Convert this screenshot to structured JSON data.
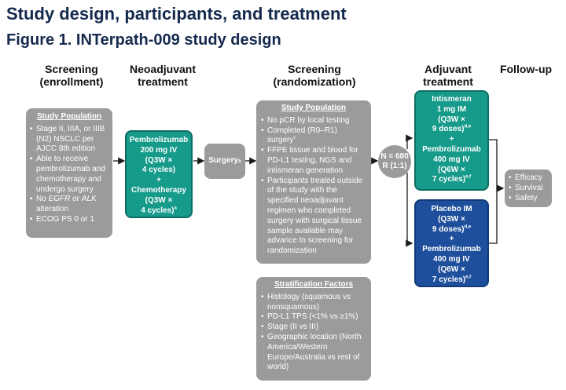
{
  "titles": {
    "main": "Study design, participants, and treatment",
    "figure": "Figure 1. INTerpath-009 study design"
  },
  "headers": {
    "screening_enroll": [
      "Screening",
      "(enrollment)"
    ],
    "neoadjuvant": [
      "Neoadjuvant",
      "treatment"
    ],
    "screening_random": [
      "Screening",
      "(randomization)"
    ],
    "adjuvant": [
      "Adjuvant",
      "treatment"
    ],
    "followup": [
      "Follow-up"
    ]
  },
  "enroll_population": {
    "title": "Study Population",
    "items": [
      "Stage II, IIIA, or IIIB (N2) NSCLC per AJCC 8th edition",
      "Able to receive pembrolizumab and chemotherapy and undergo surgery",
      "No EGFR or ALK alteration",
      "ECOG PS 0 or 1"
    ],
    "item3_parts": [
      "No ",
      "EGFR",
      " or ",
      "ALK",
      " alteration"
    ]
  },
  "neoadjuvant_box": {
    "line1": "Pembrolizumab",
    "line2": "200 mg IV",
    "line3": "(Q3W ×",
    "line4": "4 cycles)",
    "plus": "+",
    "line5": "Chemotherapy",
    "line6": "(Q3W ×",
    "line7": "4 cycles)",
    "sup": "a"
  },
  "surgery_box": {
    "label": "Surgery",
    "sup": "b"
  },
  "random_population": {
    "title": "Study Population",
    "item1": "No pCR by local testing",
    "item2_a": "Completed (R0–R1)",
    "item2_b": "surgery",
    "item2_sup": "c",
    "item3": "FFPE tissue and blood for PD-L1 testing, NGS and intismeran generation",
    "item4": "Participants treated outside of the study with the specified neoadjuvant regimen who completed surgery with surgical tissue sample available may advance to screening for randomization"
  },
  "stratification": {
    "title": "Stratification Factors",
    "items": [
      "Histology (squamous vs nonsquamous)",
      "PD-L1 TPS (<1% vs ≥1%)",
      "Stage (II vs III)",
      "Geographic location (North America/Western Europe/Australia vs rest of world)"
    ]
  },
  "randomization": {
    "line1": "N = 680",
    "line2": "R (1:1)"
  },
  "intismeran_box": {
    "line1": "Intismeran",
    "line2": "1 mg IM",
    "line3": "(Q3W ×",
    "line4": "9 doses)",
    "sup1": "d,e",
    "plus": "+",
    "line5": "Pembrolizumab",
    "line6": "400 mg IV",
    "line7": "(Q6W ×",
    "line8": "7 cycles)",
    "sup2": "e,f"
  },
  "placebo_box": {
    "line1": "Placebo IM",
    "line2": "(Q3W ×",
    "line3": "9 doses)",
    "sup1": "d,e",
    "plus": "+",
    "line4": "Pembrolizumab",
    "line5": "400 mg IV",
    "line6": "(Q6W ×",
    "line7": "7 cycles)",
    "sup2": "e,f"
  },
  "followup_box": {
    "items": [
      "Efficacy",
      "Survival",
      "Safety"
    ]
  },
  "colors": {
    "title": "#152a4e",
    "gray_box": "#9b9b9b",
    "teal_box": "#169a8a",
    "navy_box": "#1e4f9c",
    "arrow": "#1a1a1a"
  }
}
